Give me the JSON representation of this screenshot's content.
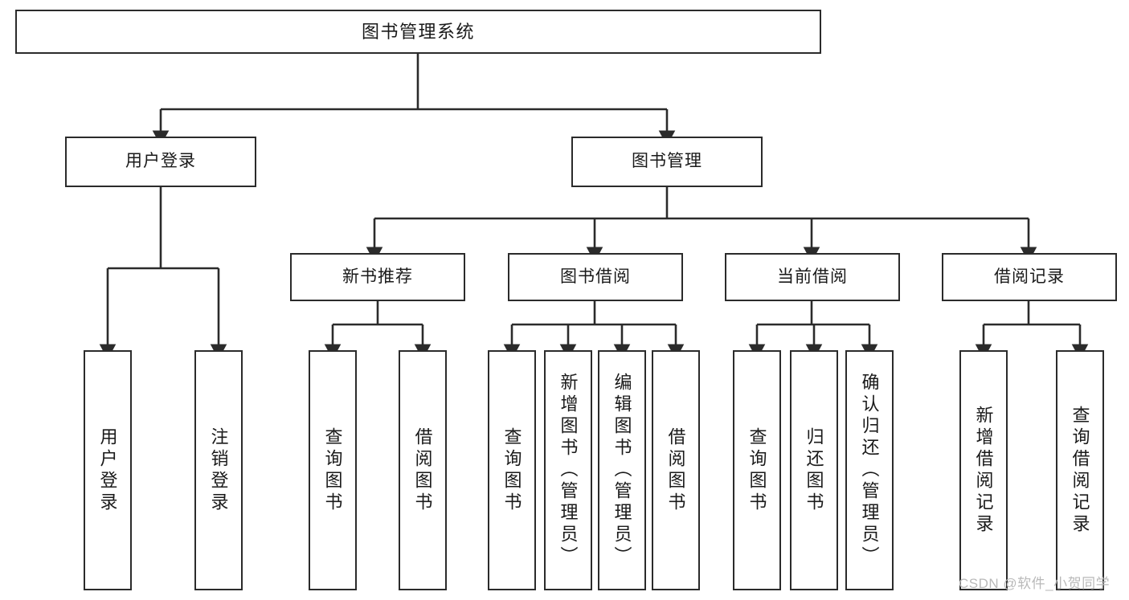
{
  "diagram": {
    "type": "tree",
    "title": "图书管理系统",
    "watermark": "CSDN @软件_小贺同学",
    "colors": {
      "stroke": "#2b2b2b",
      "fill": "#ffffff",
      "text": "#1a1a1a",
      "watermark": "#b9b9b9"
    },
    "nodes": {
      "root": {
        "label": "图书管理系统",
        "level": 0
      },
      "l1": [
        {
          "id": "user-login",
          "label": "用户登录"
        },
        {
          "id": "book-manage",
          "label": "图书管理"
        }
      ],
      "l2": [
        {
          "id": "new-book-rec",
          "label": "新书推荐",
          "parent": "book-manage"
        },
        {
          "id": "book-borrow",
          "label": "图书借阅",
          "parent": "book-manage"
        },
        {
          "id": "current-borrow",
          "label": "当前借阅",
          "parent": "book-manage"
        },
        {
          "id": "borrow-record",
          "label": "借阅记录",
          "parent": "book-manage"
        }
      ],
      "leaves": [
        {
          "id": "leaf-user-login",
          "label": "用户登录",
          "parent": "user-login"
        },
        {
          "id": "leaf-logout",
          "label": "注销登录",
          "parent": "user-login"
        },
        {
          "id": "leaf-query-book-1",
          "label": "查询图书",
          "parent": "new-book-rec"
        },
        {
          "id": "leaf-borrow-book-1",
          "label": "借阅图书",
          "parent": "new-book-rec"
        },
        {
          "id": "leaf-query-book-2",
          "label": "查询图书",
          "parent": "book-borrow"
        },
        {
          "id": "leaf-add-book",
          "label": "新增图书（管理员）",
          "parent": "book-borrow"
        },
        {
          "id": "leaf-edit-book",
          "label": "编辑图书（管理员）",
          "parent": "book-borrow"
        },
        {
          "id": "leaf-borrow-book-2",
          "label": "借阅图书",
          "parent": "book-borrow"
        },
        {
          "id": "leaf-query-book-3",
          "label": "查询图书",
          "parent": "current-borrow"
        },
        {
          "id": "leaf-return-book",
          "label": "归还图书",
          "parent": "current-borrow"
        },
        {
          "id": "leaf-confirm-return",
          "label": "确认归还（管理员）",
          "parent": "current-borrow"
        },
        {
          "id": "leaf-add-record",
          "label": "新增借阅记录",
          "parent": "borrow-record"
        },
        {
          "id": "leaf-query-record",
          "label": "查询借阅记录",
          "parent": "borrow-record"
        }
      ]
    }
  }
}
